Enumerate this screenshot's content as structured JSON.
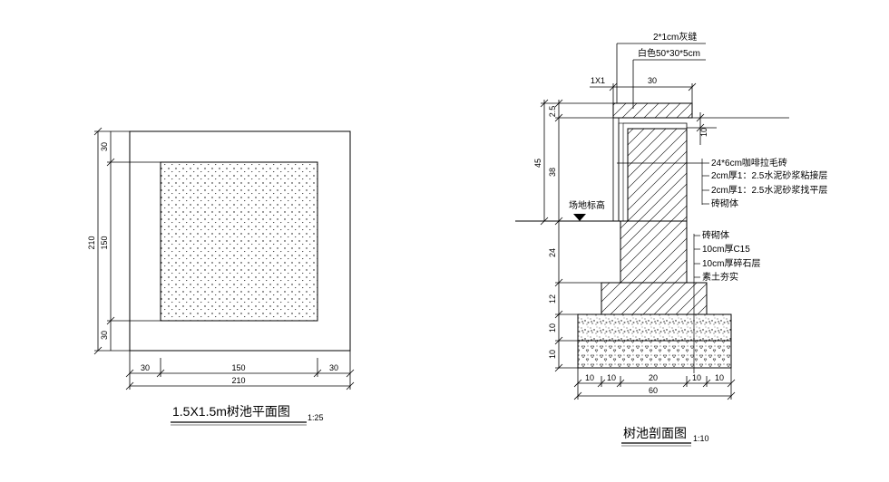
{
  "plan": {
    "title": "1.5X1.5m树池平面图",
    "scale": "1:25",
    "dims": {
      "left_total": "210",
      "left_top": "30",
      "left_mid": "150",
      "left_bot": "30",
      "bottom_left": "30",
      "bottom_mid": "150",
      "bottom_right": "30",
      "bottom_total": "210"
    }
  },
  "section": {
    "title": "树池剖面图",
    "scale": "1:10",
    "ground_label": "场地标高",
    "top_labels": {
      "joint": "2*1cm灰缝",
      "cap": "白色50*30*5cm",
      "chamfer": "1X1",
      "cap_width": "30"
    },
    "right_dim": "10",
    "callouts_upper": [
      "24*6cm咖啡拉毛砖",
      "2cm厚1：2.5水泥砂浆粘接层",
      "2cm厚1：2.5水泥砂浆找平层",
      "砖砌体"
    ],
    "callouts_lower": [
      "砖砌体",
      "10cm厚C15",
      "10cm厚碎石层",
      "素土夯实"
    ],
    "left_dims": {
      "d1": "2.5",
      "d2": "38",
      "total_upper": "45",
      "d3": "24",
      "d4": "12",
      "d5": "10",
      "d6": "10"
    },
    "bottom_dims": [
      "10",
      "10",
      "20",
      "10",
      "10"
    ],
    "bottom_total": "60"
  }
}
